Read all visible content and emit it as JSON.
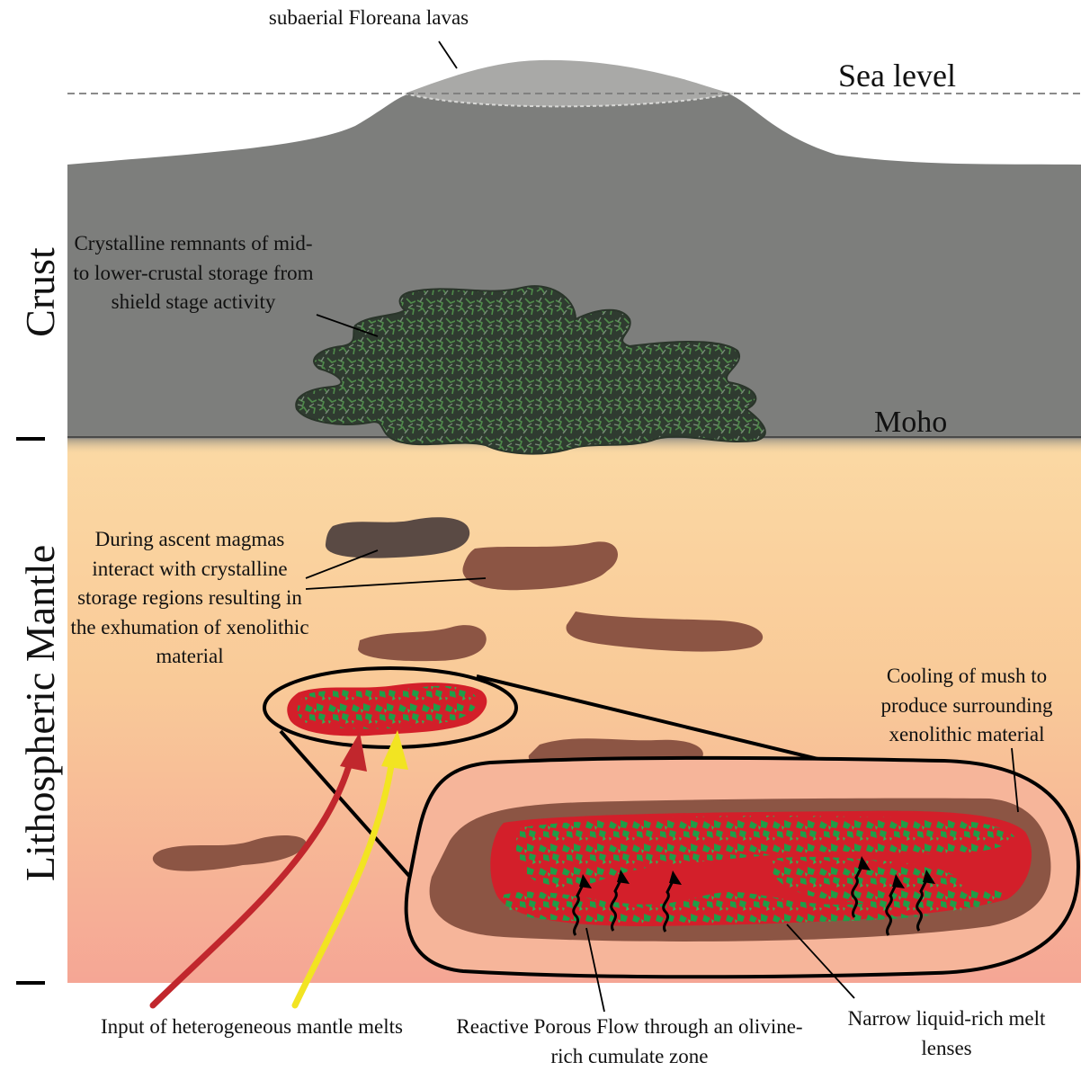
{
  "labels": {
    "subaerial": "subaerial Floreana lavas",
    "sea_level": "Sea level",
    "moho": "Moho",
    "crust": "Crust",
    "lithospheric_mantle": "Lithospheric Mantle",
    "crystalline_remnants": "Crystalline remnants of mid- to lower-crustal storage from shield stage activity",
    "during_ascent": "During ascent magmas interact with crystalline storage regions resulting in the exhumation of xenolithic material",
    "cooling_mush": "Cooling of mush to produce surrounding xenolithic material",
    "input_melts": "Input of heterogeneous mantle melts",
    "reactive_flow": "Reactive Porous Flow through an olivine-rich cumulate zone",
    "narrow_lenses": "Narrow liquid-rich melt lenses"
  },
  "colors": {
    "crust": "#7d7e7c",
    "subaerial_lava": "#a9a9a7",
    "mantle_top": "#fad29b",
    "mantle_bottom": "#f6a995",
    "xenolith_brown": "#8c5544",
    "xenolith_dark": "#5a4a44",
    "crystal_mush_dark": "#2e3a2e",
    "melt_red": "#d31f2a",
    "olivine_green": "#1f9d48",
    "melt_arrow_red": "#c1272d",
    "melt_arrow_yellow": "#f2e422"
  }
}
